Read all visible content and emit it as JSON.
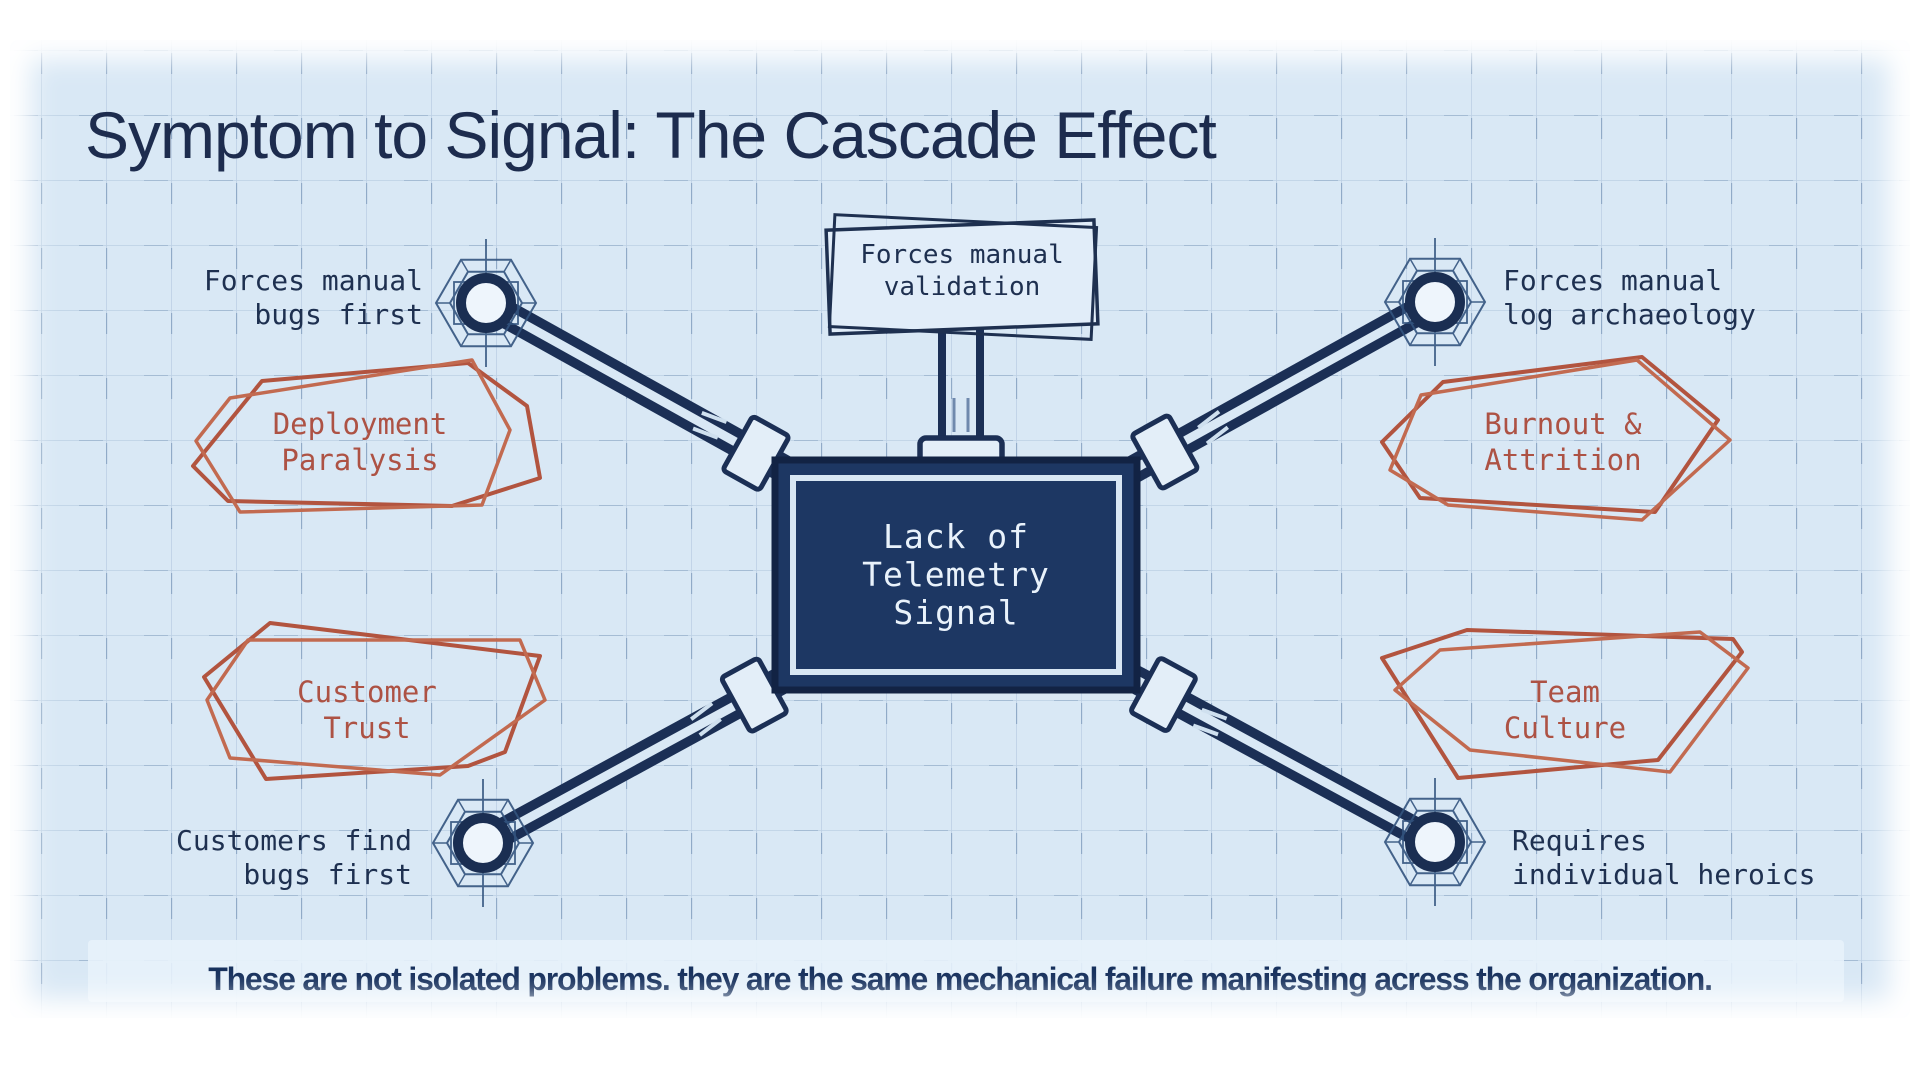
{
  "title": "Symptom to Signal: The Cascade Effect",
  "colors": {
    "page": "#ffffff",
    "panel_background": "#d9e8f5",
    "grid_line": "#a9c0d8",
    "navy": "#1b2f55",
    "navy_dark": "#122344",
    "center_box_fill": "#1d3763",
    "center_box_inner_border": "#d8e6f3",
    "sketch_red": "#b2543f",
    "sketch_red_light": "#c26a50",
    "label_navy": "#1e3050",
    "footer_navy": "#16305c"
  },
  "center_node": {
    "lines": [
      "Lack of",
      "Telemetry",
      "Signal"
    ]
  },
  "top_sign": {
    "lines": [
      "Forces manual",
      "validation"
    ]
  },
  "corner_labels": {
    "top_left": {
      "lines": [
        "Forces manual",
        "bugs first"
      ]
    },
    "top_right": {
      "lines": [
        "Forces manual",
        "log archaeology"
      ]
    },
    "bottom_left": {
      "lines": [
        "Customers find",
        "bugs first"
      ]
    },
    "bottom_right": {
      "lines": [
        "Requires",
        "individual heroics"
      ]
    }
  },
  "impact_shapes": {
    "top_left": {
      "lines": [
        "Deployment",
        "Paralysis"
      ]
    },
    "top_right": {
      "lines": [
        "Burnout &",
        "Attrition"
      ]
    },
    "bottom_left": {
      "lines": [
        "Customer",
        "Trust"
      ]
    },
    "bottom_right": {
      "lines": [
        "Team",
        "Culture"
      ]
    }
  },
  "footer": {
    "text": "These are not isolated problems. they are the same mechanical failure manifesting acress the organization."
  }
}
